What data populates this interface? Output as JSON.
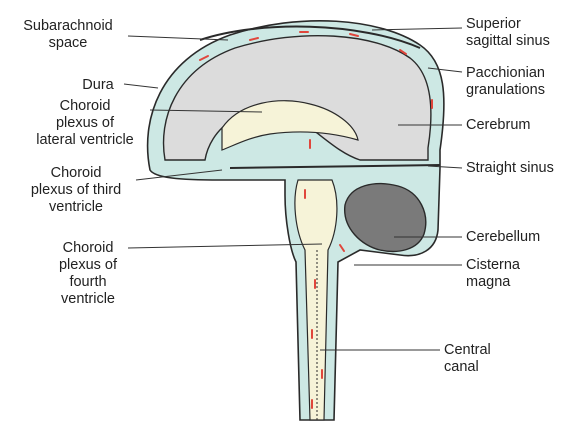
{
  "diagram": {
    "left_labels": [
      {
        "id": "subarachnoid",
        "lines": [
          "Subarachnoid",
          "space"
        ]
      },
      {
        "id": "dura",
        "lines": [
          "Dura"
        ]
      },
      {
        "id": "choroid_lateral",
        "lines": [
          "Choroid",
          "plexus of",
          "lateral ventricle"
        ]
      },
      {
        "id": "choroid_third",
        "lines": [
          "Choroid",
          "plexus of third",
          "ventricle"
        ]
      },
      {
        "id": "choroid_fourth",
        "lines": [
          "Choroid",
          "plexus of",
          "fourth",
          "ventricle"
        ]
      }
    ],
    "right_labels": [
      {
        "id": "sagittal",
        "lines": [
          "Superior",
          "sagittal sinus"
        ]
      },
      {
        "id": "pacchionian",
        "lines": [
          "Pacchionian",
          "granulations"
        ]
      },
      {
        "id": "cerebrum",
        "lines": [
          "Cerebrum"
        ]
      },
      {
        "id": "straight",
        "lines": [
          "Straight sinus"
        ]
      },
      {
        "id": "cerebellum",
        "lines": [
          "Cerebellum"
        ]
      },
      {
        "id": "cisterna",
        "lines": [
          "Cisterna",
          "magna"
        ]
      },
      {
        "id": "central",
        "lines": [
          "Central",
          "canal"
        ]
      }
    ],
    "colors": {
      "csf": "#cde8e4",
      "cerebrum": "#dcdcdc",
      "cerebellum": "#7a7a7a",
      "ventricle": "#f6f3d8",
      "outline": "#2a2a2a",
      "arrow": "#e0463c"
    }
  }
}
